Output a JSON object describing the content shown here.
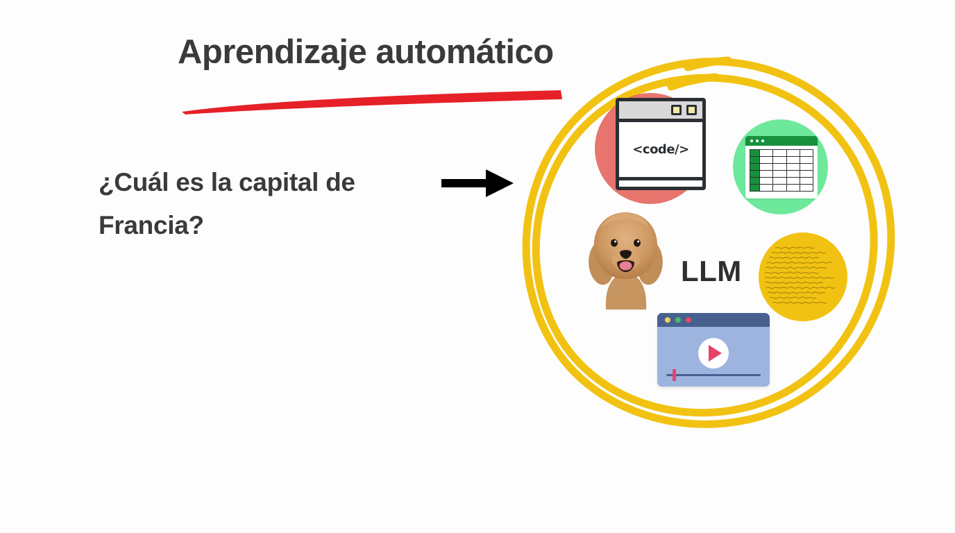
{
  "slide": {
    "background_color": "#fdfdfd",
    "title": {
      "text": "Aprendizaje automático",
      "color": "#3a3a3a",
      "underline_color": "#e62027"
    },
    "question": {
      "line1": "¿Cuál es la capital de",
      "line2": "Francia?",
      "color": "#3a3a3a"
    },
    "arrow": {
      "name": "right-arrow",
      "color": "#000000",
      "direction": "right"
    },
    "model": {
      "label": "LLM",
      "label_color": "#2e2e2e",
      "circle_outline_color": "#f2c213",
      "circle_style": "hand-drawn double loop"
    },
    "modalities": [
      {
        "name": "code-window",
        "label": "<code/>",
        "window_chrome_color": "#d9d9d9",
        "border_color": "#2b2f33",
        "button_color": "#f6e9a6",
        "backdrop_color": "#e2574e",
        "buttons": 2
      },
      {
        "name": "spreadsheet",
        "circle_color": "#6ee89b",
        "header_color": "#17913d",
        "dots": 3,
        "rows": 6,
        "columns": 5
      },
      {
        "name": "dog-photo",
        "alt": "Caniche / poodle color albaricoque",
        "fur_color": "#c98d56"
      },
      {
        "name": "handwritten-note",
        "circle_color": "#f2c213",
        "ink_color": "#9a7a09",
        "line_count": 12
      },
      {
        "name": "video-player",
        "titlebar_color": "#47618f",
        "screen_color": "#9db4de",
        "play_color": "#e5436b",
        "dot_colors": [
          "#f2d25c",
          "#4cb96b",
          "#e8486f"
        ],
        "progress_position_percent": 6
      }
    ]
  }
}
